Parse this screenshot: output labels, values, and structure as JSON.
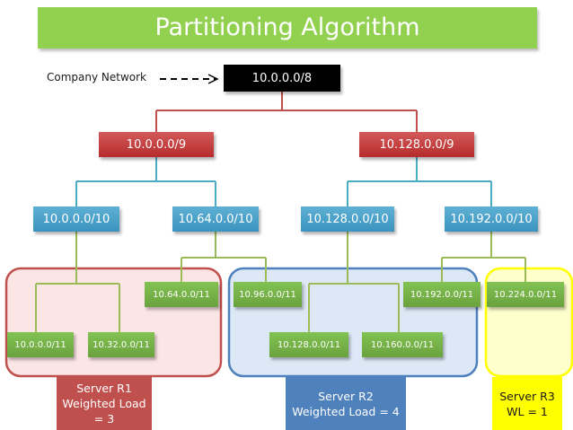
{
  "title": "Partitioning Algorithm",
  "company_network_label": "Company Network",
  "nodes": {
    "root": "10.0.0.0/8",
    "l1": [
      "10.0.0.0/9",
      "10.128.0.0/9"
    ],
    "l2": [
      "10.0.0.0/10",
      "10.64.0.0/10",
      "10.128.0.0/10",
      "10.192.0.0/10"
    ],
    "l3_upper": [
      "10.64.0.0/11",
      "10.96.0.0/11",
      "10.192.0.0/11",
      "10.224.0.0/11"
    ],
    "l3_lower": [
      "10.0.0.0/11",
      "10.32.0.0/11",
      "10.128.0.0/11",
      "10.160.0.0/11"
    ]
  },
  "servers": [
    {
      "lines": [
        "Server R1",
        "Weighted Load",
        "= 3"
      ],
      "color": "#c0504d"
    },
    {
      "lines": [
        "Server R2",
        "Weighted Load = 4"
      ],
      "color": "#4f81bd"
    },
    {
      "lines": [
        "Server R3",
        "WL = 1"
      ],
      "color": "#ffff00"
    }
  ],
  "colors": {
    "title_bar": "#92d050",
    "red_node": "#c0504d",
    "blue_node": "#4bacc6",
    "green_node": "#77b349",
    "r1_region_fill": "#fbe5e5",
    "r1_region_border": "#c0504d",
    "r2_region_fill": "#dce8f6",
    "r2_region_border": "#4f81bd",
    "r3_region_fill": "#ffffcc",
    "r3_region_border": "#ffff00"
  }
}
